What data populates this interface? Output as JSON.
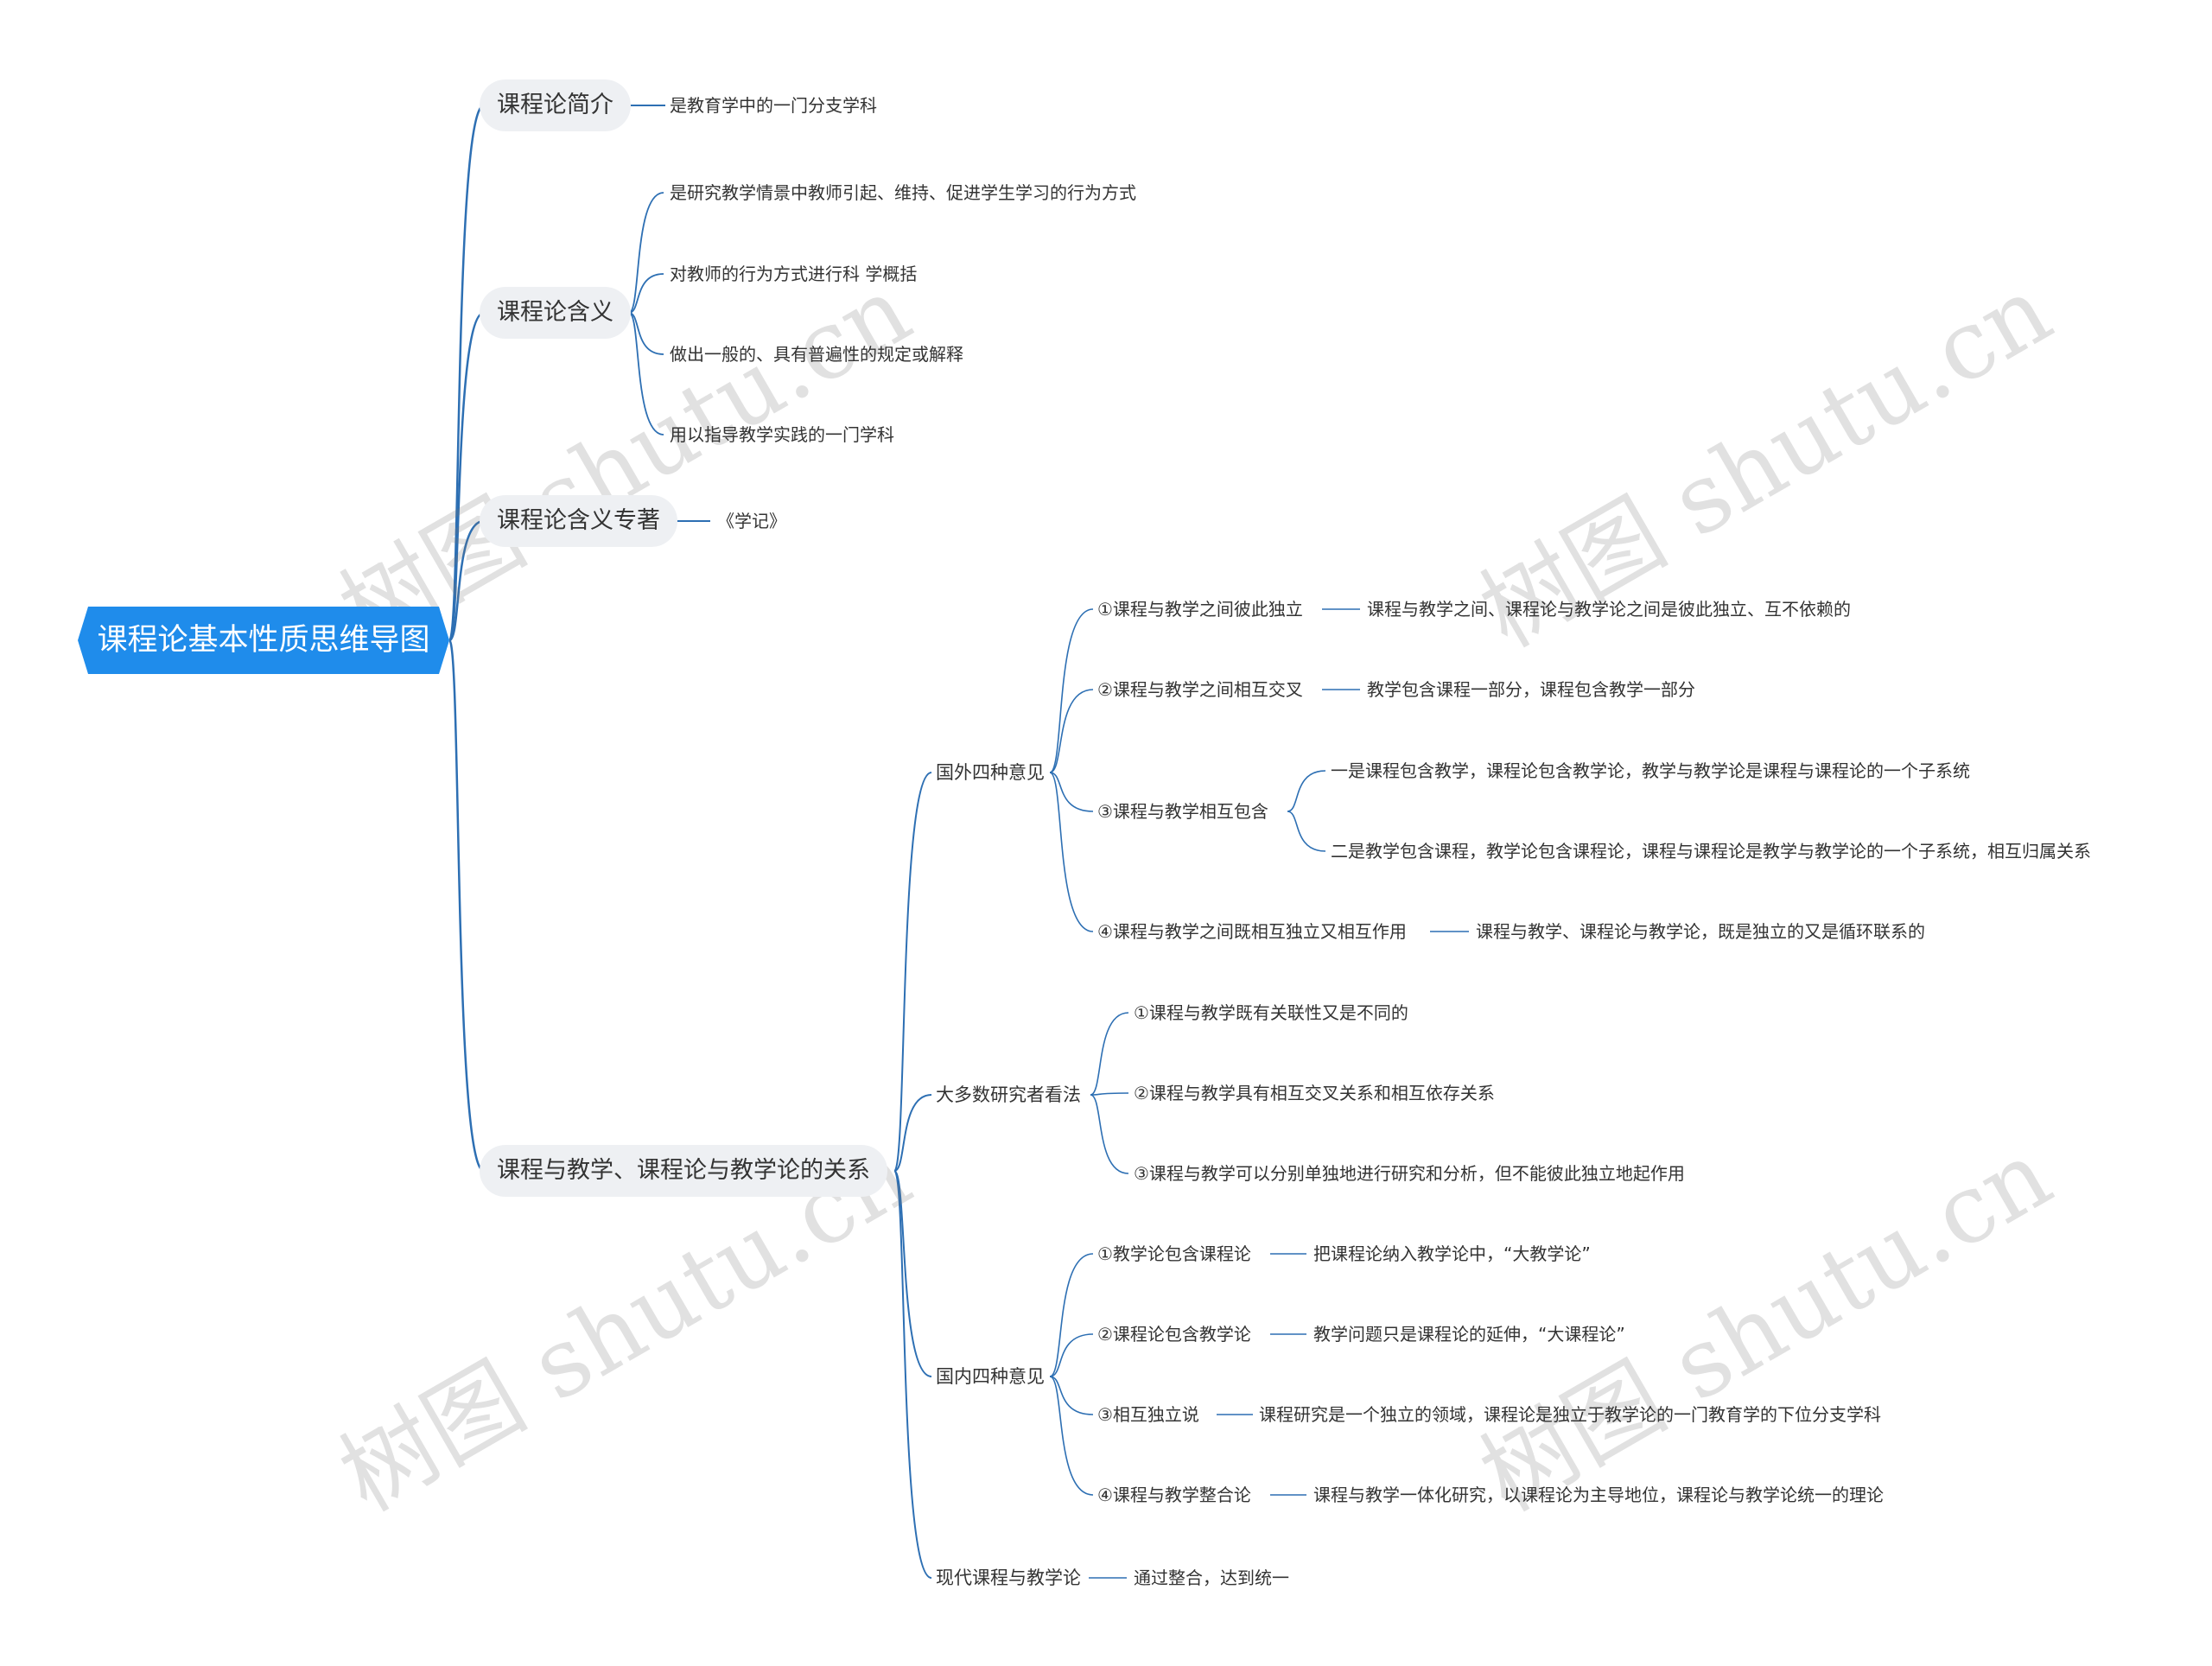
{
  "watermark": "树图 shutu.cn",
  "colors": {
    "root_fill": "#1f8ceb",
    "line": "#2d6fb3",
    "branch_fill": "#eef0f3"
  },
  "root": "课程论基本性质思维导图",
  "branches": {
    "b1": {
      "label": "课程论简介",
      "children": [
        "是教育学中的一门分支学科"
      ]
    },
    "b2": {
      "label": "课程论含义",
      "children": [
        "是研究教学情景中教师引起、维持、促进学生学习的行为方式",
        "对教师的行为方式进行科 学概括",
        "做出一般的、具有普遍性的规定或解释",
        "用以指导教学实践的一门学科"
      ]
    },
    "b3": {
      "label": "课程论含义专著",
      "children": [
        "《学记》"
      ]
    },
    "b4": {
      "label": "课程与教学、课程论与教学论的关系",
      "foreign": {
        "label": "国外四种意见",
        "items": [
          {
            "label": "①课程与教学之间彼此独立",
            "detail": "课程与教学之间、课程论与教学论之间是彼此独立、互不依赖的"
          },
          {
            "label": "②课程与教学之间相互交叉",
            "detail": "教学包含课程一部分，课程包含教学一部分"
          },
          {
            "label": "③课程与教学相互包含",
            "details": [
              "一是课程包含教学，课程论包含教学论，教学与教学论是课程与课程论的一个子系统",
              "二是教学包含课程，教学论包含课程论，课程与课程论是教学与教学论的一个子系统，相互归属关系"
            ]
          },
          {
            "label": "④课程与教学之间既相互独立又相互作用",
            "detail": "课程与教学、课程论与教学论，既是独立的又是循环联系的"
          }
        ]
      },
      "majority": {
        "label": "大多数研究者看法",
        "items": [
          "①课程与教学既有关联性又是不同的",
          "②课程与教学具有相互交叉关系和相互依存关系",
          "③课程与教学可以分别单独地进行研究和分析，但不能彼此独立地起作用"
        ]
      },
      "domestic": {
        "label": "国内四种意见",
        "items": [
          {
            "label": "①教学论包含课程论",
            "detail": "把课程论纳入教学论中，“大教学论”"
          },
          {
            "label": "②课程论包含教学论",
            "detail": "教学问题只是课程论的延伸，“大课程论”"
          },
          {
            "label": "③相互独立说",
            "detail": "课程研究是一个独立的领域，课程论是独立于教学论的一门教育学的下位分支学科"
          },
          {
            "label": "④课程与教学整合论",
            "detail": "课程与教学一体化研究，以课程论为主导地位，课程论与教学论统一的理论"
          }
        ]
      },
      "modern": {
        "label": "现代课程与教学论",
        "detail": "通过整合，达到统一"
      }
    }
  }
}
